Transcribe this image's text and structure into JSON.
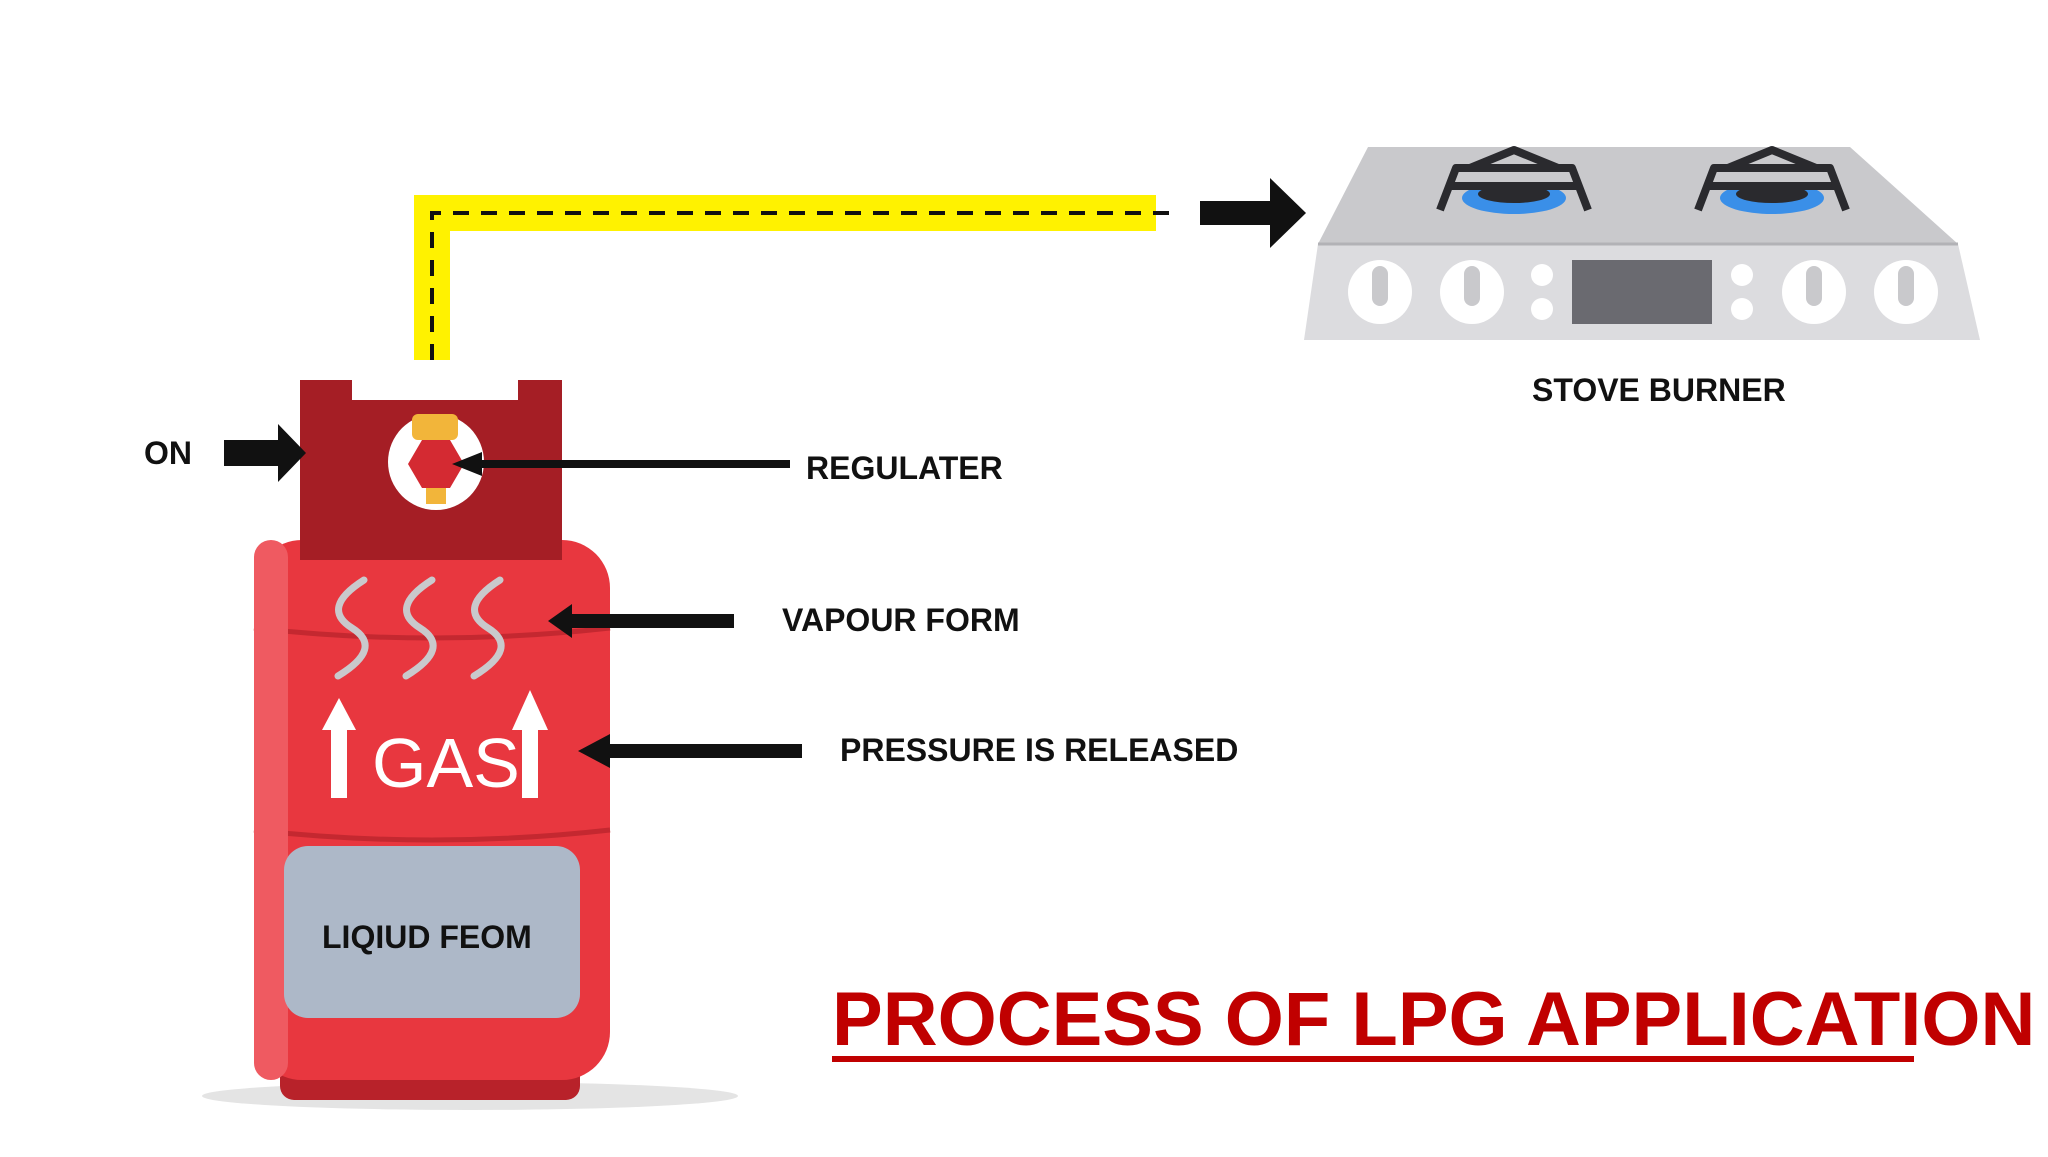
{
  "title": "PROCESS OF LPG APPLICATION",
  "labels": {
    "on": "ON",
    "regulator": "REGULATER",
    "vapour": "VAPOUR FORM",
    "pressure": "PRESSURE IS RELEASED",
    "liquid": "LIQIUD FEOM",
    "stove": "STOVE BURNER",
    "gas": "GAS"
  },
  "colors": {
    "cylinder": "#e8373f",
    "cylinder_dark": "#b8222a",
    "pipe": "#fff200",
    "liquid": "#adb8c8",
    "title": "#c00000",
    "stove": "#c9c9cc",
    "flame": "#3a8fe8"
  },
  "icons": [
    "gas-cylinder-icon",
    "gas-stove-icon",
    "arrow-right-icon",
    "arrow-left-icon",
    "arrow-up-icon"
  ]
}
